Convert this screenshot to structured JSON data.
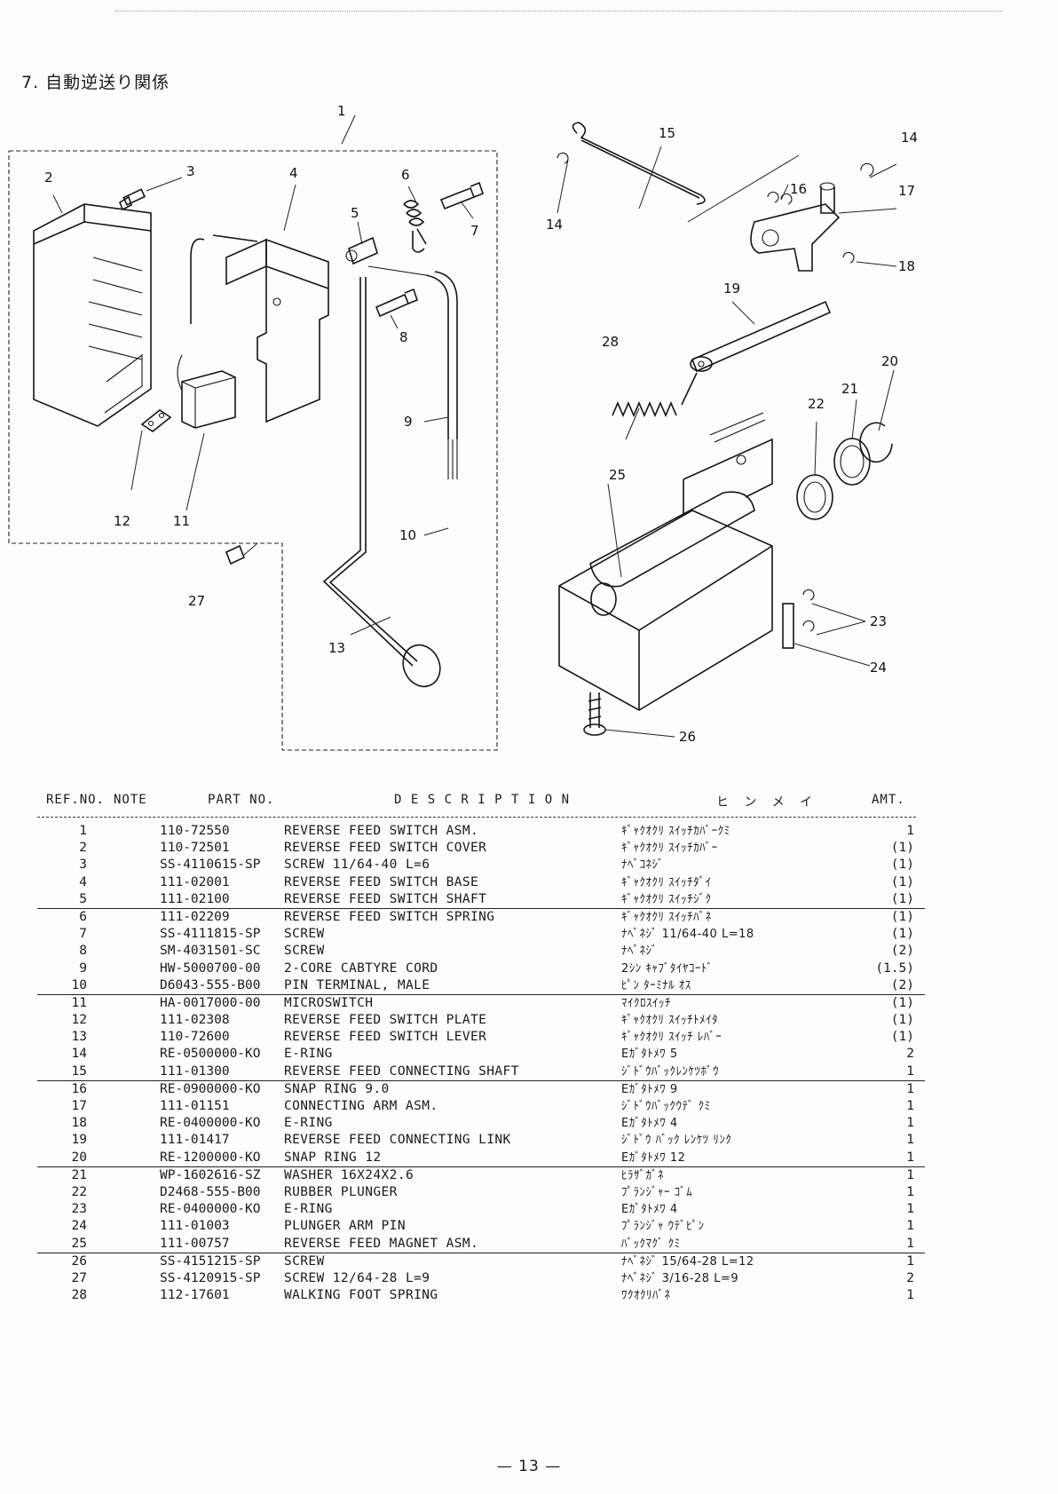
{
  "section_title": "7. 自動逆送り関係",
  "table": {
    "headers": {
      "ref": "REF.NO.",
      "note": "NOTE",
      "part": "PART NO.",
      "description": "D E S C R I P T I O N",
      "kana": "ヒ   ン   メ   イ",
      "amt": "AMT."
    },
    "rows": [
      {
        "ref": "1",
        "note": "",
        "part": "110-72550",
        "desc": "REVERSE FEED SWITCH ASM.",
        "kana": "ｷﾞｬｸｵｸﾘ ｽｲｯﾁｶﾊﾞｰｸﾐ",
        "amt": "1"
      },
      {
        "ref": "2",
        "note": "",
        "part": "110-72501",
        "desc": "REVERSE FEED SWITCH COVER",
        "kana": "ｷﾞｬｸｵｸﾘ ｽｲｯﾁｶﾊﾞｰ",
        "amt": "(1)"
      },
      {
        "ref": "3",
        "note": "",
        "part": "SS-4110615-SP",
        "desc": "SCREW 11/64-40 L=6",
        "kana": "ﾅﾍﾞｺﾈｼﾞ",
        "amt": "(1)"
      },
      {
        "ref": "4",
        "note": "",
        "part": "111-02001",
        "desc": "REVERSE FEED SWITCH BASE",
        "kana": "ｷﾞｬｸｵｸﾘ ｽｲｯﾁﾀﾞｲ",
        "amt": "(1)"
      },
      {
        "ref": "5",
        "note": "",
        "part": "111-02100",
        "desc": "REVERSE FEED SWITCH SHAFT",
        "kana": "ｷﾞｬｸｵｸﾘ ｽｲｯﾁｼﾞｸ",
        "amt": "(1)"
      },
      {
        "ref": "6",
        "note": "",
        "part": "111-02209",
        "desc": "REVERSE FEED SWITCH SPRING",
        "kana": "ｷﾞｬｸｵｸﾘ ｽｲｯﾁﾊﾞﾈ",
        "amt": "(1)"
      },
      {
        "ref": "7",
        "note": "",
        "part": "SS-4111815-SP",
        "desc": "SCREW",
        "kana": "ﾅﾍﾞﾈｼﾞ 11/64-40 L=18",
        "amt": "(1)"
      },
      {
        "ref": "8",
        "note": "",
        "part": "SM-4031501-SC",
        "desc": "SCREW",
        "kana": "ﾅﾍﾞﾈｼﾞ",
        "amt": "(2)"
      },
      {
        "ref": "9",
        "note": "",
        "part": "HW-5000700-00",
        "desc": "2-CORE CABTYRE CORD",
        "kana": "2ｼﾝ ｷｬﾌﾞﾀｲﾔｺｰﾄﾞ",
        "amt": "(1.5)"
      },
      {
        "ref": "10",
        "note": "",
        "part": "D6043-555-B00",
        "desc": "PIN TERMINAL, MALE",
        "kana": "ﾋﾟﾝ ﾀｰﾐﾅﾙ ｵｽ",
        "amt": "(2)"
      },
      {
        "ref": "11",
        "note": "",
        "part": "HA-0017000-00",
        "desc": "MICROSWITCH",
        "kana": "ﾏｲｸﾛｽｲｯﾁ",
        "amt": "(1)"
      },
      {
        "ref": "12",
        "note": "",
        "part": "111-02308",
        "desc": "REVERSE FEED SWITCH PLATE",
        "kana": "ｷﾞｬｸｵｸﾘ ｽｲｯﾁﾄﾒｲﾀ",
        "amt": "(1)"
      },
      {
        "ref": "13",
        "note": "",
        "part": "110-72600",
        "desc": "REVERSE FEED SWITCH LEVER",
        "kana": "ｷﾞｬｸｵｸﾘ ｽｲｯﾁ ﾚﾊﾞｰ",
        "amt": "(1)"
      },
      {
        "ref": "14",
        "note": "",
        "part": "RE-0500000-KO",
        "desc": "E-RING",
        "kana": "Eｶﾞﾀﾄﾒﾜ 5",
        "amt": "2"
      },
      {
        "ref": "15",
        "note": "",
        "part": "111-01300",
        "desc": "REVERSE FEED CONNECTING SHAFT",
        "kana": "ｼﾞﾄﾞｳﾊﾞｯｸﾚﾝｹﾂﾎﾞｳ",
        "amt": "1"
      },
      {
        "ref": "16",
        "note": "",
        "part": "RE-0900000-KO",
        "desc": "SNAP RING 9.0",
        "kana": "Eｶﾞﾀﾄﾒﾜ 9",
        "amt": "1"
      },
      {
        "ref": "17",
        "note": "",
        "part": "111-01151",
        "desc": "CONNECTING ARM ASM.",
        "kana": "ｼﾞﾄﾞｳﾊﾞｯｸｳﾃﾞ ｸﾐ",
        "amt": "1"
      },
      {
        "ref": "18",
        "note": "",
        "part": "RE-0400000-KO",
        "desc": "E-RING",
        "kana": "Eｶﾞﾀﾄﾒﾜ 4",
        "amt": "1"
      },
      {
        "ref": "19",
        "note": "",
        "part": "111-01417",
        "desc": "REVERSE FEED CONNECTING LINK",
        "kana": "ｼﾞﾄﾞｳ ﾊﾞｯｸ ﾚﾝｹﾂ ﾘﾝｸ",
        "amt": "1"
      },
      {
        "ref": "20",
        "note": "",
        "part": "RE-1200000-KO",
        "desc": "SNAP RING 12",
        "kana": "Eｶﾞﾀﾄﾒﾜ 12",
        "amt": "1"
      },
      {
        "ref": "21",
        "note": "",
        "part": "WP-1602616-SZ",
        "desc": "WASHER 16X24X2.6",
        "kana": "ﾋﾗｻﾞｶﾞﾈ",
        "amt": "1"
      },
      {
        "ref": "22",
        "note": "",
        "part": "D2468-555-B00",
        "desc": "RUBBER PLUNGER",
        "kana": "ﾌﾟﾗﾝｼﾞｬｰ ｺﾞﾑ",
        "amt": "1"
      },
      {
        "ref": "23",
        "note": "",
        "part": "RE-0400000-KO",
        "desc": "E-RING",
        "kana": "Eｶﾞﾀﾄﾒﾜ 4",
        "amt": "1"
      },
      {
        "ref": "24",
        "note": "",
        "part": "111-01003",
        "desc": "PLUNGER ARM PIN",
        "kana": "ﾌﾟﾗﾝｼﾞｬ ｳﾃﾞﾋﾟﾝ",
        "amt": "1"
      },
      {
        "ref": "25",
        "note": "",
        "part": "111-00757",
        "desc": "REVERSE FEED MAGNET ASM.",
        "kana": "ﾊﾞｯｸﾏｸﾞ ｸﾐ",
        "amt": "1"
      },
      {
        "ref": "26",
        "note": "",
        "part": "SS-4151215-SP",
        "desc": "SCREW",
        "kana": "ﾅﾍﾞﾈｼﾞ 15/64-28 L=12",
        "amt": "1"
      },
      {
        "ref": "27",
        "note": "",
        "part": "SS-4120915-SP",
        "desc": "SCREW 12/64-28 L=9",
        "kana": "ﾅﾍﾞﾈｼﾞ 3/16-28 L=9",
        "amt": "2"
      },
      {
        "ref": "28",
        "note": "",
        "part": "112-17601",
        "desc": "WALKING FOOT SPRING",
        "kana": "ﾜｸｵｸﾘﾊﾞﾈ",
        "amt": "1"
      }
    ]
  },
  "diagram": {
    "callouts": [
      "1",
      "2",
      "3",
      "4",
      "5",
      "6",
      "7",
      "8",
      "9",
      "10",
      "11",
      "12",
      "13",
      "14",
      "14",
      "15",
      "16",
      "17",
      "18",
      "19",
      "20",
      "21",
      "22",
      "23",
      "24",
      "25",
      "26",
      "27",
      "28"
    ]
  },
  "page_number": "— 13 —"
}
